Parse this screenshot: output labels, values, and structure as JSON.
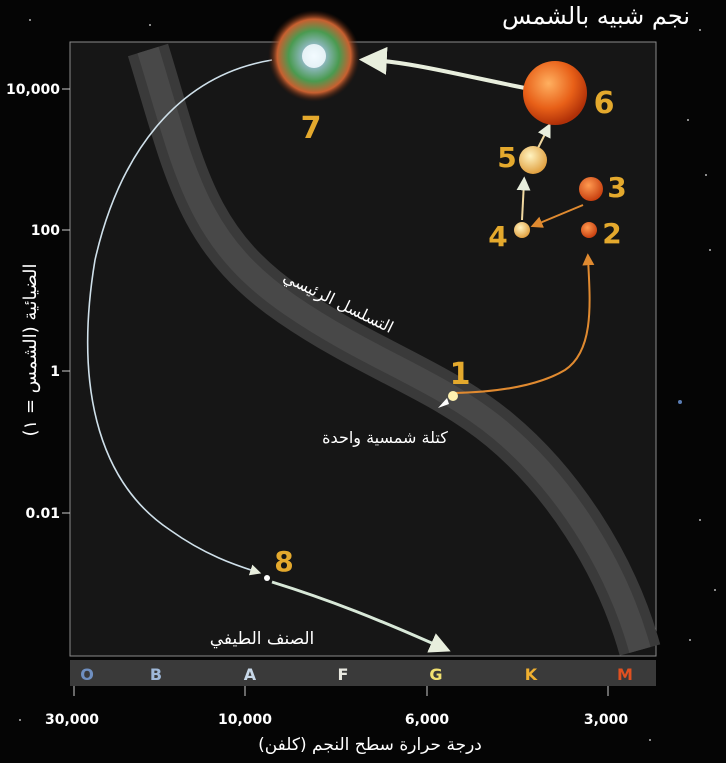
{
  "title": "نجم شبيه بالشمس",
  "y_axis_label": "الضيائية (الشمس = ١)",
  "x_axis_label": "درجة حرارة سطح النجم (كلفن)",
  "main_sequence_label": "التسلسل الرئيسي",
  "solar_mass_label": "كتلة شمسية واحدة",
  "spectral_class_label": "الصنف الطيفي",
  "y_ticks": [
    "10,000",
    "100",
    "1",
    "0.01"
  ],
  "x_ticks": [
    "30,000",
    "10,000",
    "6,000",
    "3,000"
  ],
  "spectral_classes": [
    {
      "letter": "O",
      "color": "#6f8fc0"
    },
    {
      "letter": "B",
      "color": "#9fb8d8"
    },
    {
      "letter": "A",
      "color": "#c8d8e8"
    },
    {
      "letter": "F",
      "color": "#e8e8e0"
    },
    {
      "letter": "G",
      "color": "#f0e070"
    },
    {
      "letter": "K",
      "color": "#f0b030"
    },
    {
      "letter": "M",
      "color": "#e05020"
    }
  ],
  "stages": [
    "1",
    "2",
    "3",
    "4",
    "5",
    "6",
    "7",
    "8"
  ],
  "colors": {
    "stage_number": "#e4a92d",
    "panel": "#1a1a1a",
    "track_evolution": "#e08a30",
    "track_late": "#dfe8f0"
  }
}
